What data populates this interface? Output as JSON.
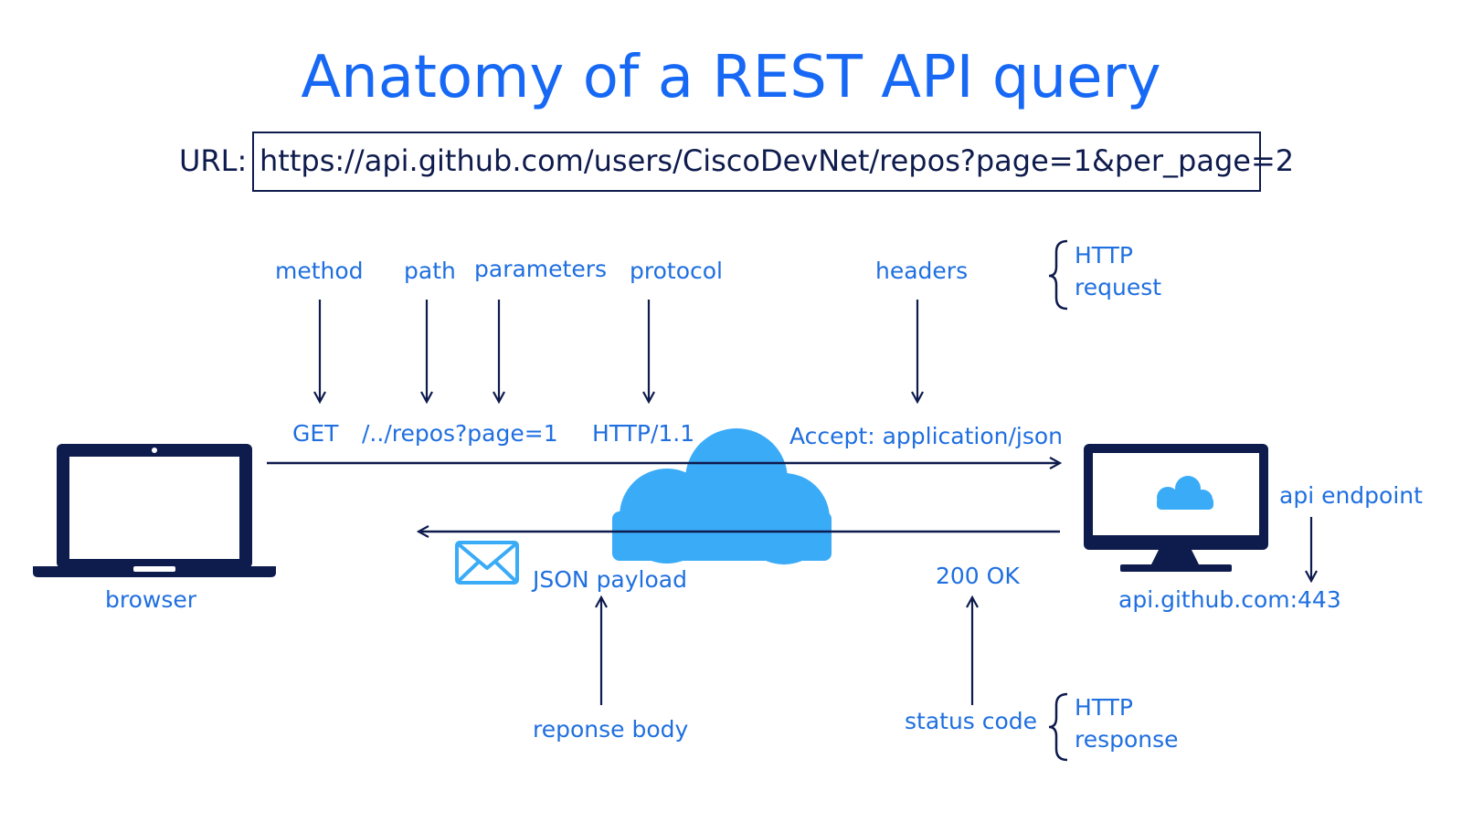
{
  "title": "Anatomy of a REST API query",
  "url": {
    "label": "URL:",
    "value": "https://api.github.com/users/CiscoDevNet/repos?page=1&per_page=2"
  },
  "request_parts": {
    "method": {
      "label": "method",
      "value": "GET"
    },
    "path": {
      "label": "path",
      "value": "/../repos?page=1"
    },
    "parameters": {
      "label": "parameters"
    },
    "protocol": {
      "label": "protocol",
      "value": "HTTP/1.1"
    },
    "headers": {
      "label": "headers",
      "value": "Accept: application/json"
    }
  },
  "http_request_brace": {
    "line1": "HTTP",
    "line2": "request"
  },
  "http_response_brace": {
    "line1": "HTTP",
    "line2": "response"
  },
  "client": {
    "label": "browser"
  },
  "server": {
    "label": "api endpoint",
    "address": "api.github.com:443"
  },
  "response_parts": {
    "payload": "JSON payload",
    "body_label": "reponse body",
    "status_value": "200 OK",
    "status_label": "status code"
  },
  "colors": {
    "navy": "#0e1b4d",
    "label_blue": "#1f6fe0",
    "cloud_blue": "#3aabf7"
  },
  "icons": [
    "laptop-icon",
    "cloud-icon",
    "monitor-icon",
    "envelope-icon"
  ]
}
